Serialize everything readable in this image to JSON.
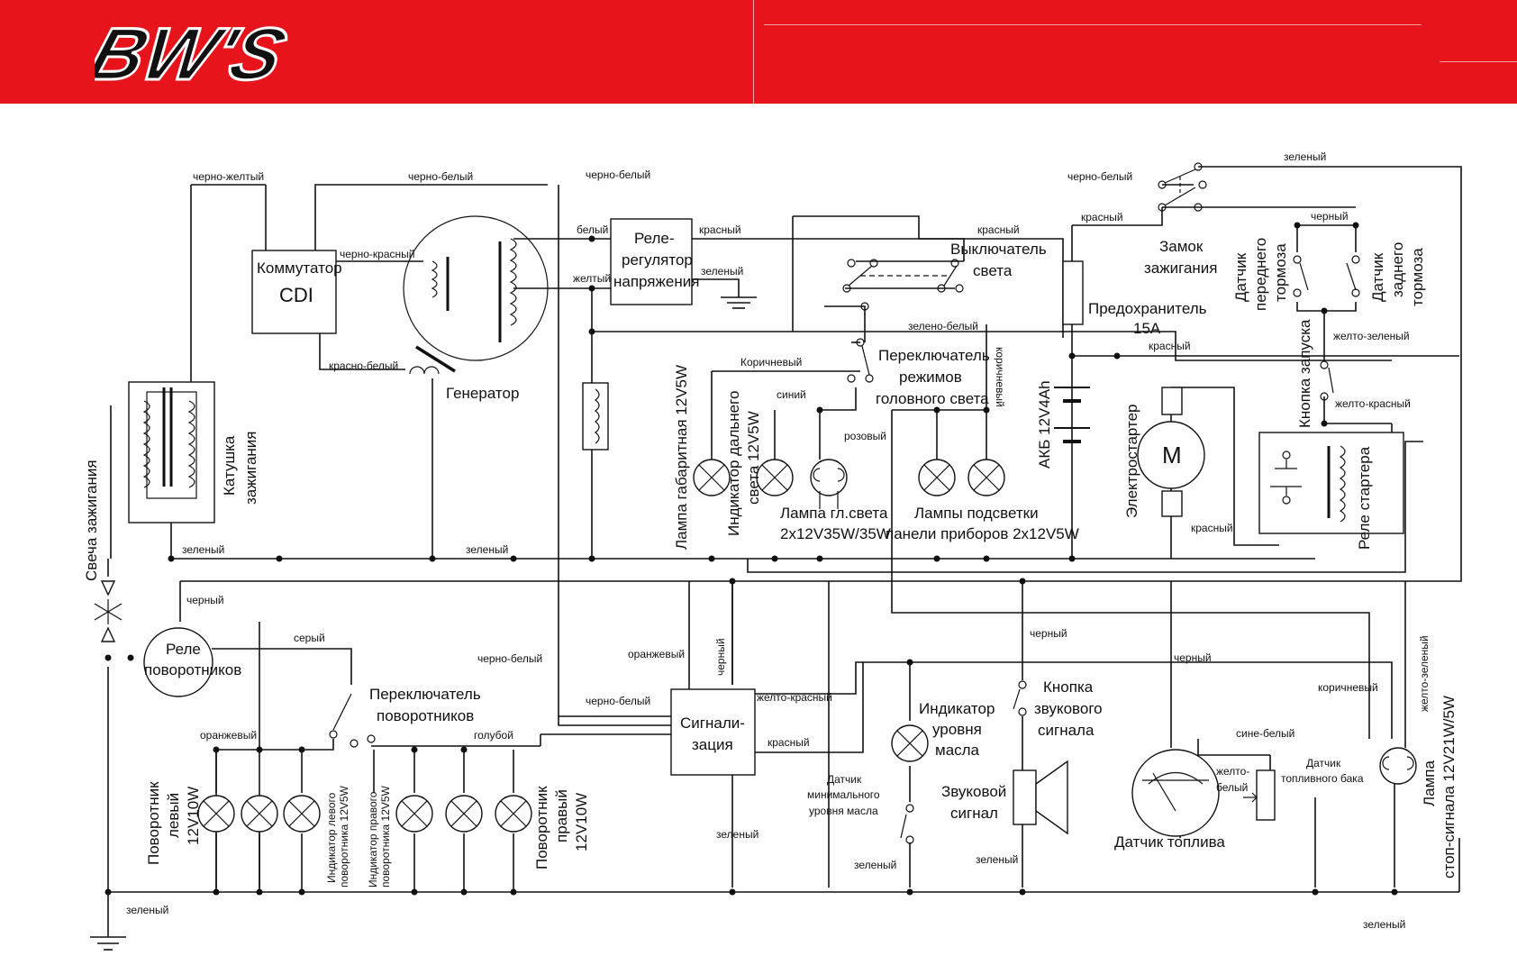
{
  "header": {
    "logo_text": "BW'S",
    "accent": "#e8141c"
  },
  "components": {
    "cdi": {
      "line1": "Коммутатор",
      "line2": "CDI"
    },
    "regulator": {
      "line1": "Реле-",
      "line2": "регулятор",
      "line3": "напряжения"
    },
    "generator": "Генератор",
    "light_switch": {
      "line1": "Выключатель",
      "line2": "света"
    },
    "ignition_lock": {
      "line1": "Замок",
      "line2": "зажигания"
    },
    "fuse": {
      "line1": "Предохранитель",
      "line2": "15A"
    },
    "front_brake": {
      "line1": "Датчик",
      "line2": "переднего",
      "line3": "тормоза"
    },
    "rear_brake": {
      "line1": "Датчик",
      "line2": "заднего",
      "line3": "тормоза"
    },
    "headlight_mode": {
      "line1": "Переключатель",
      "line2": "режимов",
      "line3": "головного света"
    },
    "ignition_coil": {
      "line1": "Катушка",
      "line2": "зажигания"
    },
    "spark_plug": "Свеча зажигания",
    "parking_lamp": "Лампа габаритная 12V5W",
    "high_beam_ind": {
      "line1": "Индикатор дальнего",
      "line2": "света 12V5W"
    },
    "head_lamp": {
      "line1": "Лампа гл.света",
      "line2": "2x12V35W/35W"
    },
    "dash_lamps": {
      "line1": "Лампы подсветки",
      "line2": "панели приборов 2x12V5W"
    },
    "battery": "АКБ 12V4Ah",
    "starter": "Электростартер",
    "starter_motor_letter": "M",
    "start_button": "Кнопка запуска",
    "starter_relay": "Реле стартера",
    "turn_relay": {
      "line1": "Реле",
      "line2": "поворотников"
    },
    "turn_switch": {
      "line1": "Переключатель",
      "line2": "поворотников"
    },
    "alarm": {
      "line1": "Сигнали-",
      "line2": "зация"
    },
    "oil_ind": {
      "line1": "Индикатор",
      "line2": "уровня",
      "line3": "масла"
    },
    "horn_button": {
      "line1": "Кнопка",
      "line2": "звукового",
      "line3": "сигнала"
    },
    "horn": {
      "line1": "Звуковой",
      "line2": "сигнал"
    },
    "oil_sensor": {
      "line1": "Датчик",
      "line2": "минимального",
      "line3": "уровня масла"
    },
    "fuel_gauge": "Датчик топлива",
    "fuel_sensor": {
      "line1": "Датчик",
      "line2": "топливного бака"
    },
    "turn_left": {
      "line1": "Поворотник",
      "line2": "левый",
      "line3": "12V10W"
    },
    "turn_right": {
      "line1": "Поворотник",
      "line2": "правый",
      "line3": "12V10W"
    },
    "left_ind": {
      "line1": "Индикатор левого",
      "line2": "поворотника 12V5W"
    },
    "right_ind": {
      "line1": "Индикатор правого",
      "line2": "поворотника 12V5W"
    },
    "brake_lamp": {
      "line1": "Лампа",
      "line2": "стоп-сигнала 12V21W/5W"
    }
  },
  "wires": {
    "black_yellow": "черно-желтый",
    "black_white_1": "черно-белый",
    "black_white_2": "черно-белый",
    "black_white_ign": "черно-белый",
    "green_top": "зеленый",
    "black_red": "черно-красный",
    "white": "белый",
    "red_reg": "красный",
    "yellow": "желтый",
    "green_reg": "зеленый",
    "red_light": "красный",
    "red_ign": "красный",
    "black_brake": "черный",
    "red_white": "красно-белый",
    "green_white": "зелено-белый",
    "brown_1": "Коричневый",
    "blue": "синий",
    "pink": "розовый",
    "brown_2": "коричневый",
    "red_fuse": "красный",
    "yellow_green_1": "желто-зеленый",
    "yellow_red_1": "желто-красный",
    "red_starter": "красный",
    "green_coil": "зеленый",
    "green_gen": "зеленый",
    "black_relay": "черный",
    "gray": "серый",
    "black_white_3": "черно-белый",
    "orange_1": "оранжевый",
    "black_alarm": "черный",
    "black_horn": "черный",
    "black_fuel": "черный",
    "orange_2": "оранжевый",
    "black_white_4": "черно-белый",
    "yellow_red_2": "желто-красный",
    "light_blue": "голубой",
    "red_alarm": "красный",
    "brown_3": "коричневый",
    "yellow_green_2": "желто-зеленый",
    "blue_white": "сине-белый",
    "yellow_white_1": "желто-",
    "yellow_white_2": "белый",
    "green_alarm": "зеленый",
    "green_oil": "зеленый",
    "green_horn": "зеленый",
    "green_bottom_left": "зеленый",
    "green_bottom_right": "зеленый"
  }
}
